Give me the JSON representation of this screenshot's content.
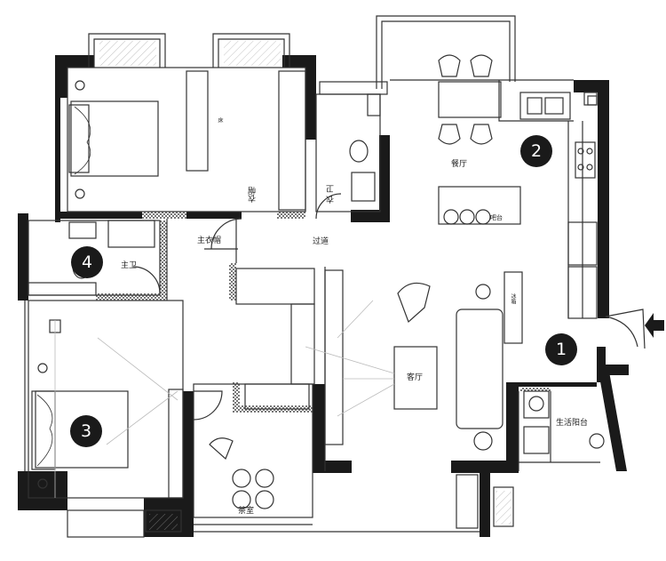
{
  "rooms": {
    "dining": "餐厅",
    "living": "客厅",
    "passage": "过道",
    "master_closet": "主衣帽",
    "closet": "衣帽",
    "master_bath": "主卫",
    "guest_bath": "卫",
    "guest_closet": "衣",
    "tea_room": "茶室",
    "utility_balcony": "生活阳台",
    "bar": "吧台",
    "fridge": "冰箱",
    "bed_label": "床"
  },
  "markers": [
    "1",
    "2",
    "3",
    "4"
  ],
  "colors": {
    "wall": "#1a1a1a",
    "line": "#333333",
    "brick": "#777777"
  }
}
